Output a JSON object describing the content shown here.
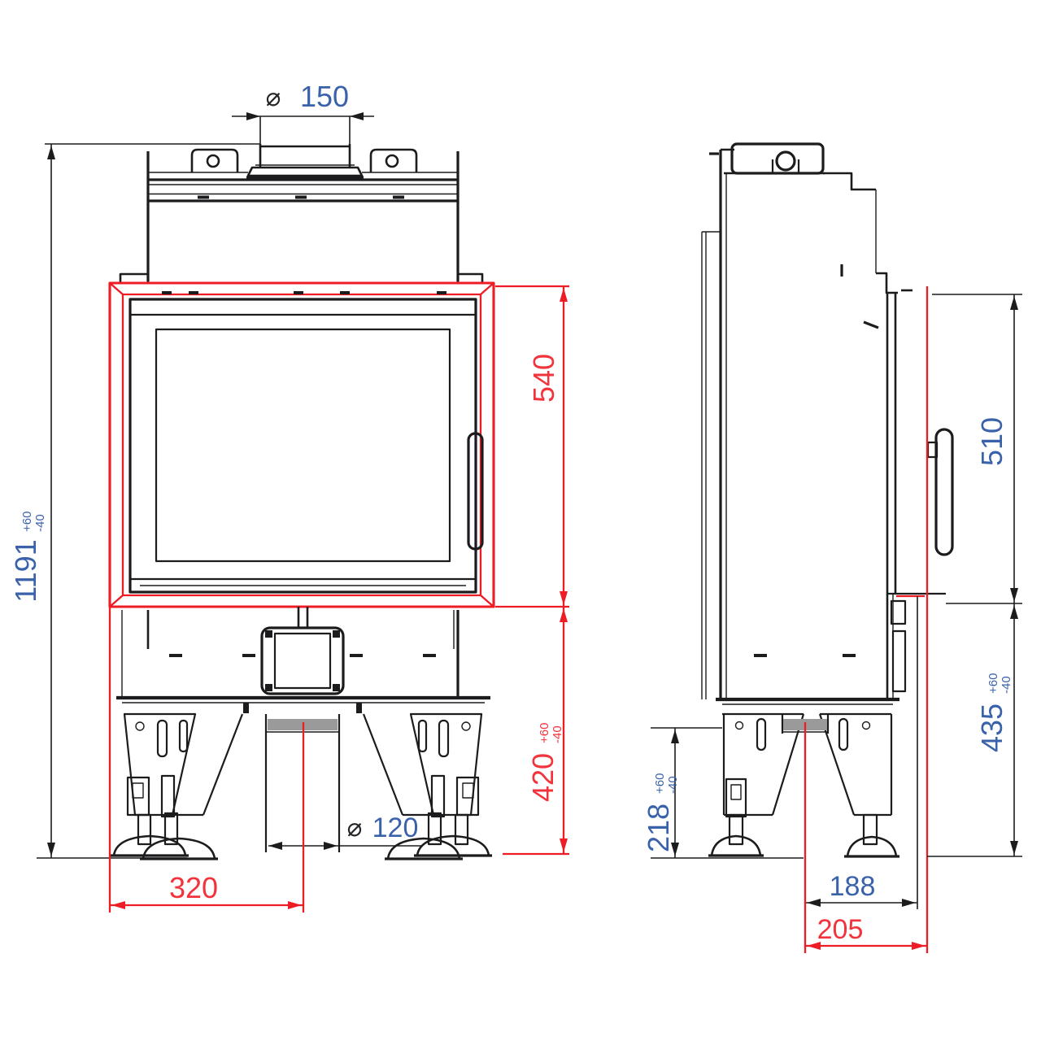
{
  "colors": {
    "ink": "#1c1c1e",
    "sym_ink": "#242428",
    "red": "#ee1c25",
    "num_blue": "#3a62ab",
    "num_red": "#f2333c"
  },
  "front_view": {
    "flue_diameter": {
      "symbol": "⌀",
      "value": "150"
    },
    "total_height": {
      "value": "1191",
      "tol_plus": "+60",
      "tol_minus": "-40"
    },
    "firebox_frame_height": {
      "value": "540"
    },
    "base_section_height": {
      "value": "420",
      "tol_plus": "+60",
      "tol_minus": "-40"
    },
    "duct_diameter": {
      "symbol": "⌀",
      "value": "120"
    },
    "duct_center_offset": {
      "value": "320"
    }
  },
  "side_view": {
    "door_height": {
      "value": "510"
    },
    "lower_section_height": {
      "value": "435",
      "tol_plus": "+60",
      "tol_minus": "-40"
    },
    "leg_section_height": {
      "value": "218",
      "tol_plus": "+60",
      "tol_minus": "-40"
    },
    "depth_to_door_front": {
      "value": "188"
    },
    "depth_to_frame_front": {
      "value": "205"
    }
  }
}
